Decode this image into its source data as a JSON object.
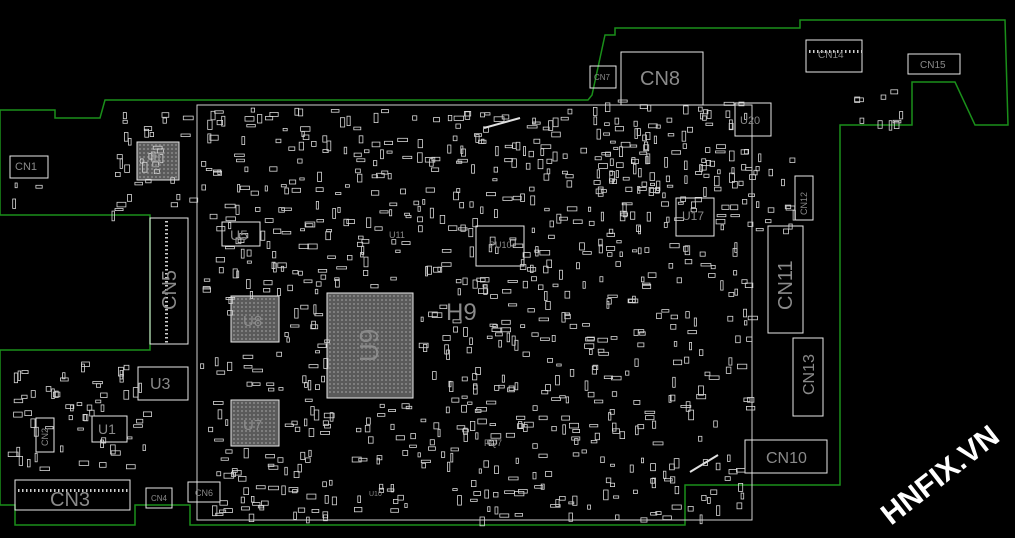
{
  "board": {
    "outline_color": "#1a8f1a",
    "silk_color": "#d8d8d8",
    "text_color": "#8a8a8a",
    "labels": {
      "cn1": "CN1",
      "cn2": "CN2",
      "cn3": "CN3",
      "cn4": "CN4",
      "cn5": "CN5",
      "cn6": "CN6",
      "cn7": "CN7",
      "cn8": "CN8",
      "cn10": "CN10",
      "cn11": "CN11",
      "cn12": "CN12",
      "cn13": "CN13",
      "cn14": "CN14",
      "cn15": "CN15",
      "u1": "U1",
      "u2": "U2",
      "u3": "U3",
      "u5": "U5",
      "u7": "U7",
      "u8": "U8",
      "u9": "U9",
      "u10": "U10",
      "u11": "U11",
      "u17": "U17",
      "u20": "U20",
      "h9": "H9",
      "pu10": "PU10",
      "pq7": "PQ7"
    }
  },
  "watermark": {
    "text": "HNFIX.VN",
    "color": "#ffffff",
    "accent": "#e02020"
  }
}
